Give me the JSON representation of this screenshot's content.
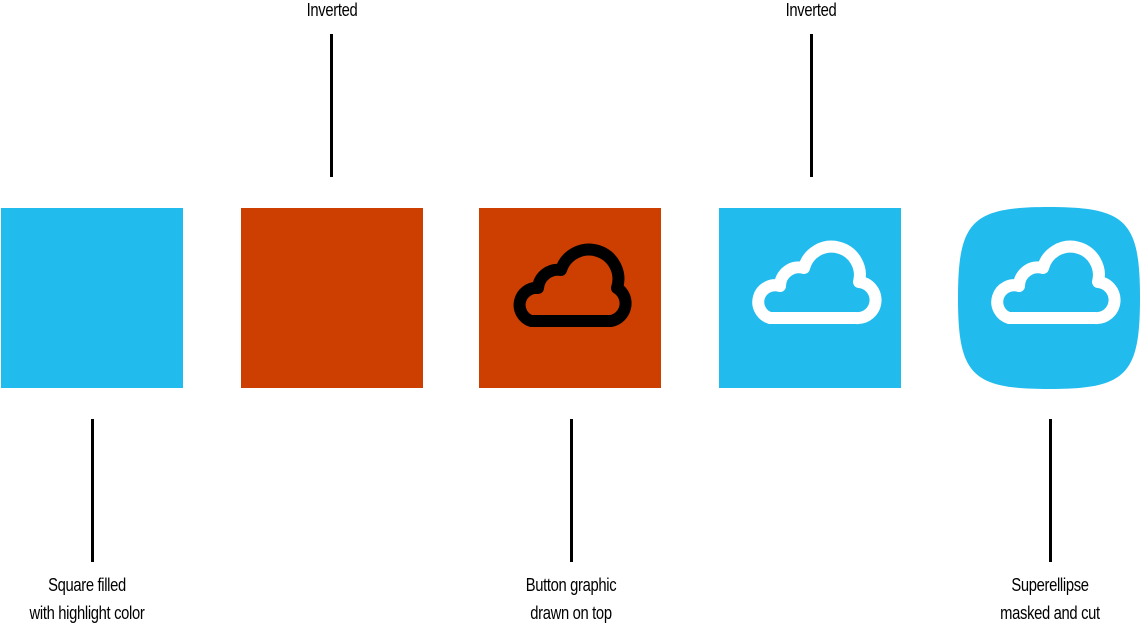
{
  "colors": {
    "highlight": "#21bbee",
    "inverted": "#cc3f00",
    "ink": "#000000",
    "paper": "#ffffff"
  },
  "top_labels": {
    "inverted_1": "Inverted",
    "inverted_2": "Inverted"
  },
  "bottom_labels": {
    "square_filled": {
      "line1": "Square filled",
      "line2": "with highlight color"
    },
    "button_graphic": {
      "line1": "Button graphic",
      "line2": "drawn on top"
    },
    "superellipse": {
      "line1": "Superellipse",
      "line2": "masked and cut"
    }
  },
  "steps": [
    {
      "name": "highlight-square",
      "fill": "highlight",
      "icon": "none"
    },
    {
      "name": "inverted-square",
      "fill": "inverted",
      "icon": "none"
    },
    {
      "name": "square-with-cloud",
      "fill": "inverted",
      "icon": "cloud-icon",
      "icon_color": "ink"
    },
    {
      "name": "inverted-square-with-cloud",
      "fill": "highlight",
      "icon": "cloud-icon",
      "icon_color": "paper"
    },
    {
      "name": "superellipse-with-cloud",
      "fill": "highlight",
      "icon": "cloud-icon",
      "icon_color": "paper"
    }
  ]
}
